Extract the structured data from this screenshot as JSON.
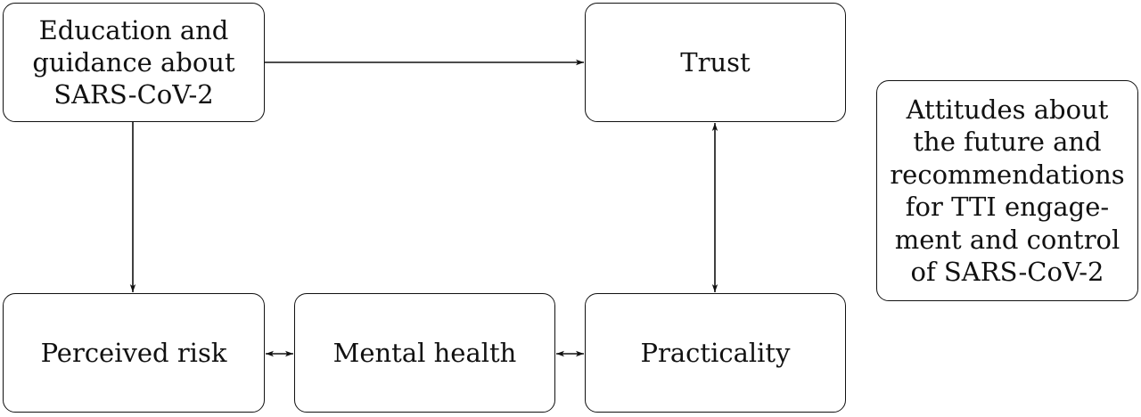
{
  "nodes": {
    "education": {
      "lines": [
        "Education and",
        "guidance about",
        "SARS-CoV-2"
      ]
    },
    "trust": {
      "lines": [
        "Trust"
      ]
    },
    "perceived_risk": {
      "lines": [
        "Perceived risk"
      ]
    },
    "mental_health": {
      "lines": [
        "Mental health"
      ]
    },
    "practicality": {
      "lines": [
        "Practicality"
      ]
    },
    "attitudes": {
      "lines": [
        "Attitudes about",
        "the future and",
        "recommendations",
        "for TTI engage-",
        "ment and control",
        "of SARS-CoV-2"
      ]
    }
  },
  "edges": [
    {
      "from": "education",
      "to": "trust",
      "direction": "forward"
    },
    {
      "from": "education",
      "to": "perceived_risk",
      "direction": "forward"
    },
    {
      "from": "trust",
      "to": "practicality",
      "direction": "both"
    },
    {
      "from": "perceived_risk",
      "to": "mental_health",
      "direction": "both"
    },
    {
      "from": "mental_health",
      "to": "practicality",
      "direction": "both"
    }
  ]
}
